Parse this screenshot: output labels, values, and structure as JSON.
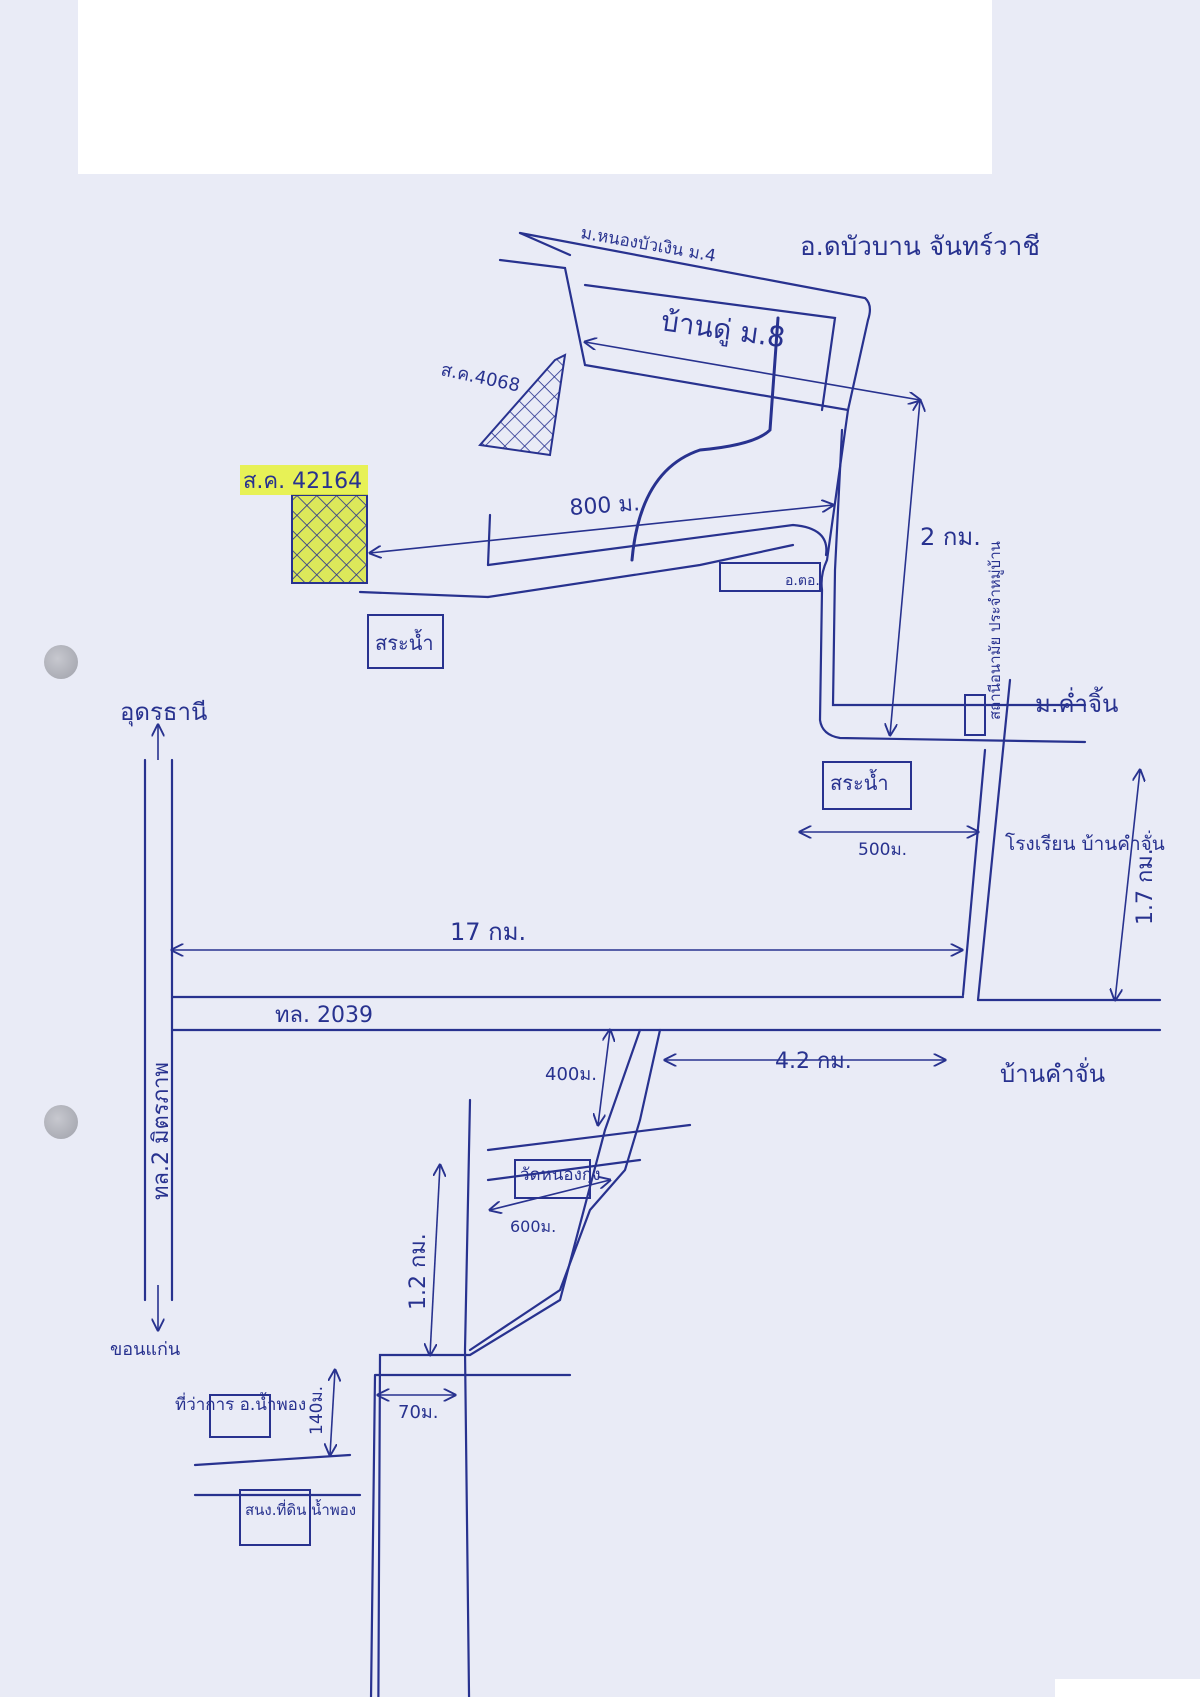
{
  "map": {
    "labels": {
      "village_road": "ม.หนองบัวเงิน ม.4",
      "village_top": "บ้านดู่ ม.8",
      "district": "อ.ดบัวบาน จันทร์วาชี",
      "plot_small": "ส.ค.4068",
      "plot_main": "ส.ค. 42164",
      "dist_800": "800 ม.",
      "dist_2km": "2 กม.",
      "spot": "อ.ตอ.",
      "pond1": "สระน้ำ",
      "pond2": "สระน้ำ",
      "health": "สถานีอนามัย ประจำหมู่บ้าน",
      "village_right": "ม.ค่ำจิ้น",
      "dist_500": "500ม.",
      "school": "โรงเรียน บ้านคำจั่น",
      "dist_1_7": "1.7 กม.",
      "north_dest": "อุดรธานี",
      "dist_17": "17 กม.",
      "hw_2039": "ทล. 2039",
      "hw_2": "ทล.2 มิตรภาพ",
      "dist_400": "400ม.",
      "dist_4_2": "4.2 กม.",
      "village_bottom": "บ้านคำจั่น",
      "temple": "วัดหนองกุง",
      "dist_600": "600ม.",
      "dist_1_2": "1.2 กม.",
      "south_dest": "ขอนแก่น",
      "district_office": "ที่ว่าการ อ.น้ำพอง",
      "dist_140": "140ม.",
      "dist_70": "70ม.",
      "land_office": "สนง.ที่ดิน น้ำพอง"
    },
    "colors": {
      "ink": "#28328f",
      "highlight": "#e6f23a",
      "paper": "#e9ebf6"
    }
  }
}
